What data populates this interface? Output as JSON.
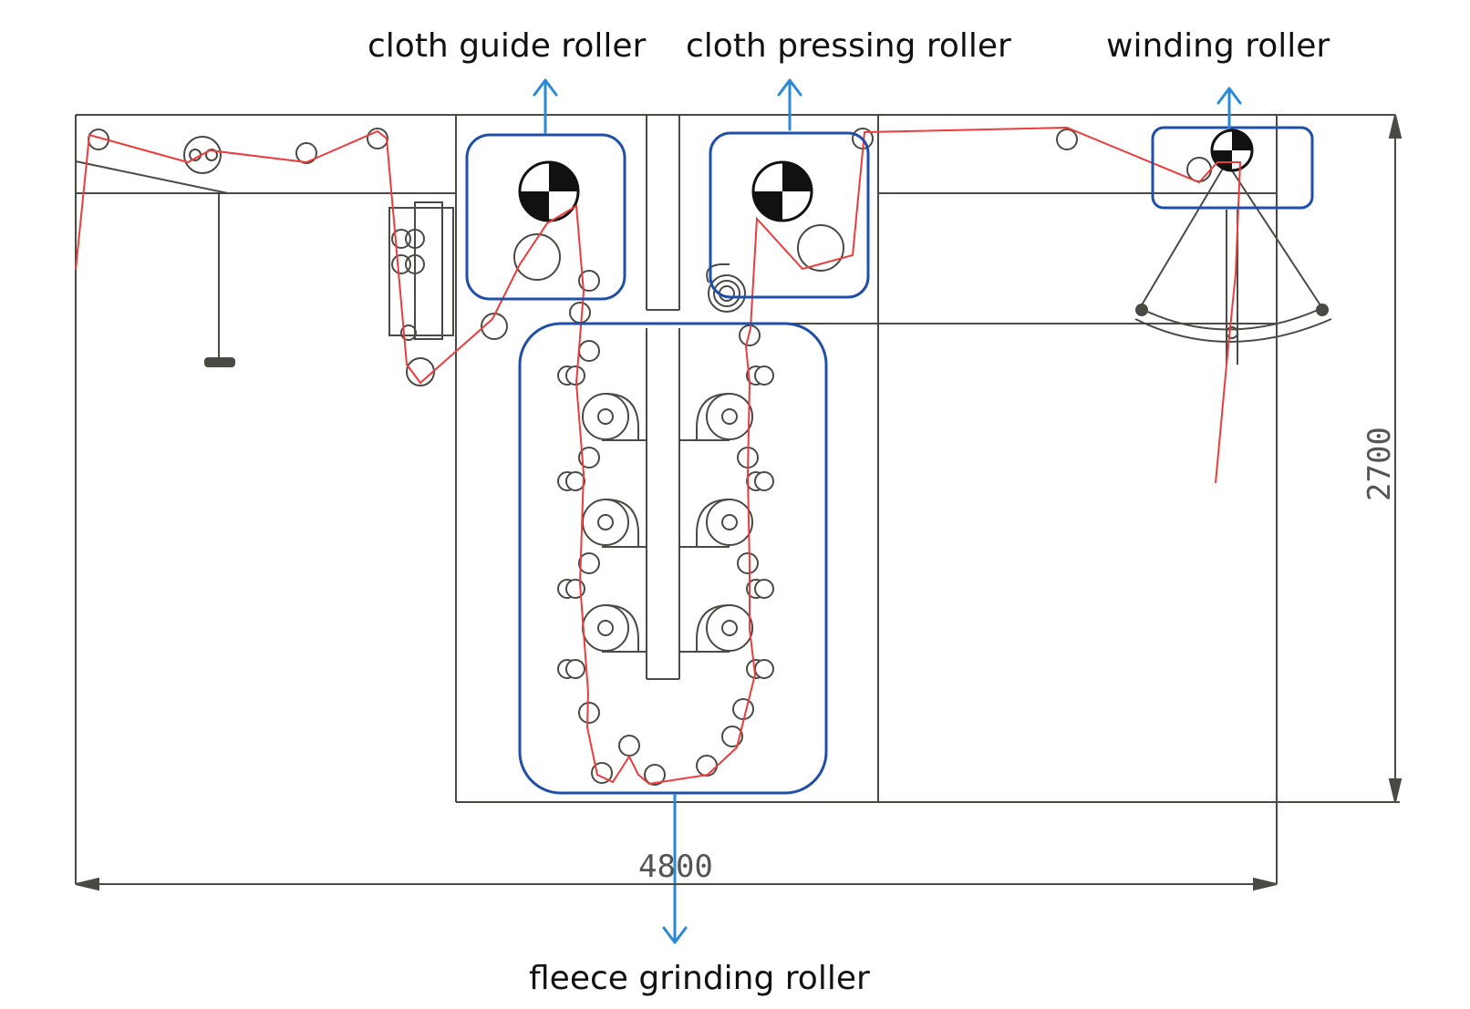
{
  "labels": {
    "cloth_guide_roller": "cloth guide roller",
    "cloth_pressing_roller": "cloth pressing roller",
    "winding_roller": "winding roller",
    "fleece_grinding_roller": "fleece grinding roller"
  },
  "dimensions": {
    "width": "4800",
    "height": "2700"
  },
  "colors": {
    "frame": "#4a4a44",
    "fabric_path": "#ee3b3b",
    "highlight_box": "#1f4fa8",
    "arrow": "#2a8ad8",
    "text": "#111111"
  }
}
